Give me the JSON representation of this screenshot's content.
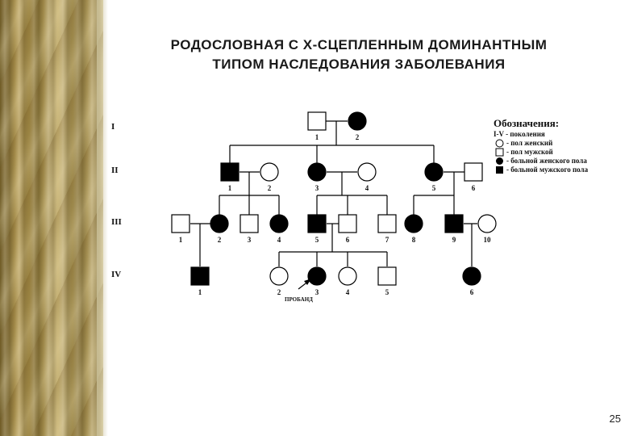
{
  "slide": {
    "title_line1": "РОДОСЛОВНАЯ С Х-СЦЕПЛЕННЫМ ДОМИНАНТНЫМ",
    "title_line2": "ТИПОМ НАСЛЕДОВАНИЯ ЗАБОЛЕВАНИЯ",
    "page_number": "25"
  },
  "generations": [
    "I",
    "II",
    "III",
    "IV"
  ],
  "legend": {
    "title": "Обозначения:",
    "items": [
      {
        "symbol": "none",
        "text": "I-V - поколения"
      },
      {
        "symbol": "circle-open",
        "text": "- пол женский"
      },
      {
        "symbol": "square-open",
        "text": "- пол мужской"
      },
      {
        "symbol": "circle-filled",
        "text": "- больной женского пола"
      },
      {
        "symbol": "square-filled",
        "text": "- больной мужского пола"
      }
    ]
  },
  "proband_label": "ПРОБАНД",
  "individuals": {
    "I": [
      {
        "n": "1",
        "sex": "male",
        "affected": false
      },
      {
        "n": "2",
        "sex": "female",
        "affected": true
      }
    ],
    "II": [
      {
        "n": "1",
        "sex": "male",
        "affected": true
      },
      {
        "n": "2",
        "sex": "female",
        "affected": false
      },
      {
        "n": "3",
        "sex": "female",
        "affected": true
      },
      {
        "n": "4",
        "sex": "female",
        "affected": false
      },
      {
        "n": "5",
        "sex": "female",
        "affected": true
      },
      {
        "n": "6",
        "sex": "male",
        "affected": false
      }
    ],
    "III": [
      {
        "n": "1",
        "sex": "male",
        "affected": false
      },
      {
        "n": "2",
        "sex": "female",
        "affected": true
      },
      {
        "n": "3",
        "sex": "male",
        "affected": false
      },
      {
        "n": "4",
        "sex": "female",
        "affected": true
      },
      {
        "n": "5",
        "sex": "male",
        "affected": true
      },
      {
        "n": "6",
        "sex": "male",
        "affected": false
      },
      {
        "n": "7",
        "sex": "male",
        "affected": false
      },
      {
        "n": "8",
        "sex": "female",
        "affected": true
      },
      {
        "n": "9",
        "sex": "male",
        "affected": true
      },
      {
        "n": "10",
        "sex": "female",
        "affected": false
      }
    ],
    "IV": [
      {
        "n": "1",
        "sex": "male",
        "affected": true
      },
      {
        "n": "2",
        "sex": "female",
        "affected": false
      },
      {
        "n": "3",
        "sex": "female",
        "affected": true
      },
      {
        "n": "4",
        "sex": "female",
        "affected": false
      },
      {
        "n": "5",
        "sex": "male",
        "affected": false
      },
      {
        "n": "6",
        "sex": "female",
        "affected": true
      }
    ]
  }
}
